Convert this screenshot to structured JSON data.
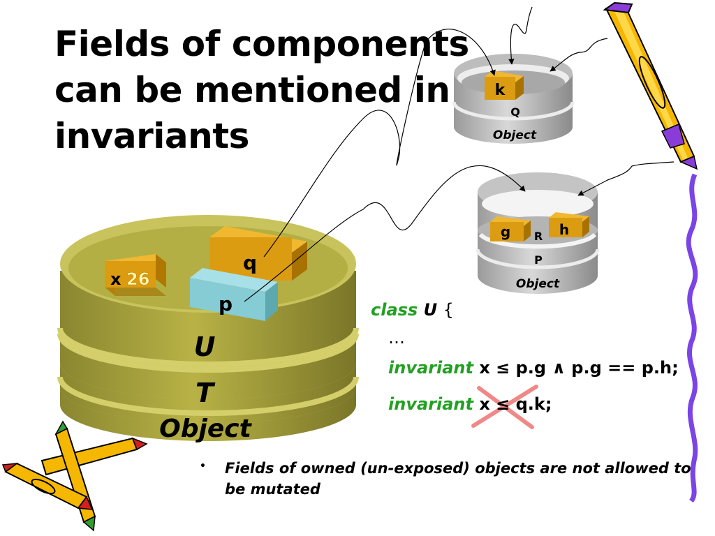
{
  "slide": {
    "title_lines": [
      "Fields of components",
      "can be mentioned in",
      "invariants"
    ],
    "big_cylinder": {
      "layers": [
        "U",
        "T",
        "Object"
      ],
      "boxes": {
        "x": {
          "label": "x",
          "value": "26"
        },
        "q": {
          "label": "q"
        },
        "p": {
          "label": "p"
        }
      }
    },
    "q_cylinder": {
      "box_label": "k",
      "layers": [
        "Q",
        "Object"
      ]
    },
    "p_cylinder": {
      "box_labels": [
        "g",
        "h"
      ],
      "inner_label": "R",
      "layers": [
        "P",
        "Object"
      ]
    },
    "code": {
      "class_kw": "class",
      "class_name": "U",
      "open_brace": "{",
      "ellipsis": "…",
      "invariant1": {
        "kw": "invariant",
        "expr": "x ≤ p.g ∧ p.g == p.h;"
      },
      "invariant2": {
        "kw": "invariant",
        "expr": "x ≤ q.k;"
      }
    },
    "bullet": {
      "marker": "•",
      "text": "Fields of owned (un-exposed) objects are not allowed to be mutated"
    },
    "colors": {
      "keyword": "#22a022",
      "cross": "#f08080",
      "big_cylinder": "#a9a43a",
      "small_cylinder": "#c0c0c0",
      "box_gold": "#e0a010",
      "box_cyan": "#7fc8d0"
    }
  }
}
